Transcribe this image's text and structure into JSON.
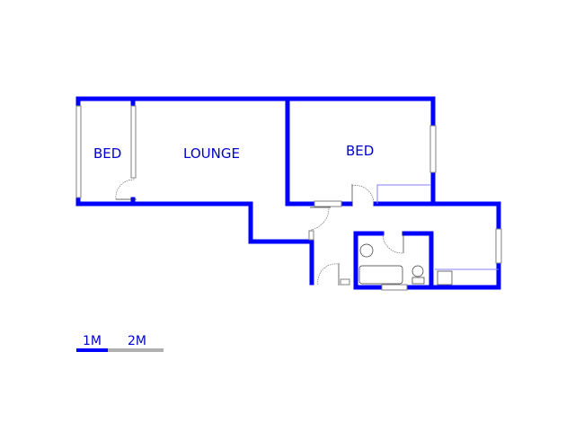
{
  "rooms": [
    {
      "label": "BED"
    },
    {
      "label": "LOUNGE"
    },
    {
      "label": "BED"
    }
  ],
  "scale_bar": {
    "labels": [
      "1M",
      "2M"
    ]
  },
  "colors": {
    "wall": "#0000ff",
    "label": "#0000cc",
    "scale_secondary": "#b0b0b0"
  }
}
